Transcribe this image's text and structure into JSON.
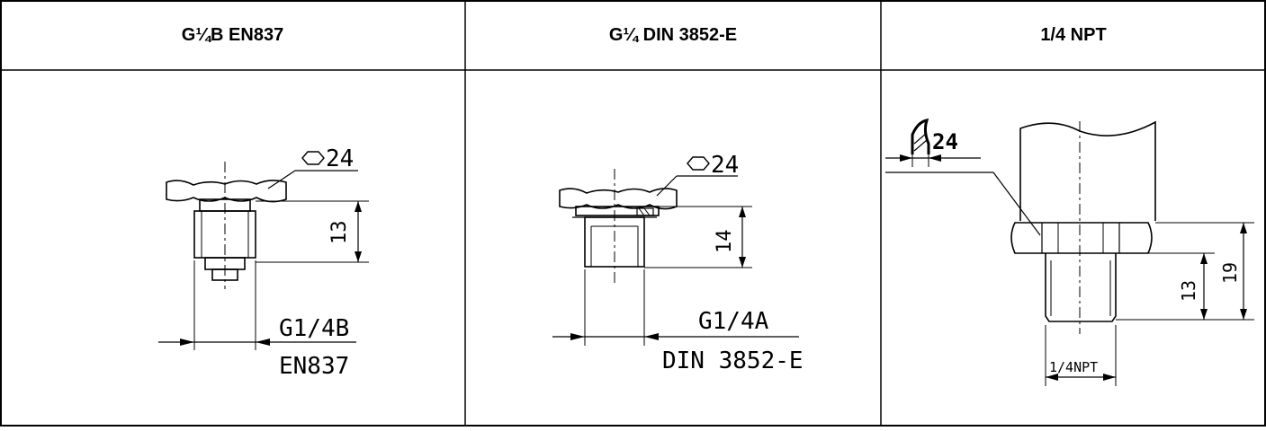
{
  "table": {
    "headers": [
      "G¼B EN837",
      "G¼ DIN 3852-E",
      "1/4 NPT"
    ]
  },
  "drawing1": {
    "hex_label": "24",
    "height_label": "13",
    "thread_top": "G1/4B",
    "thread_bottom": "EN837"
  },
  "drawing2": {
    "hex_label": "24",
    "height_label": "14",
    "thread_top": "G1/4A",
    "thread_bottom": "DIN 3852-E"
  },
  "drawing3": {
    "wrench_label": "24",
    "height_small": "13",
    "height_large": "19",
    "thread_label": "1/4NPT"
  }
}
